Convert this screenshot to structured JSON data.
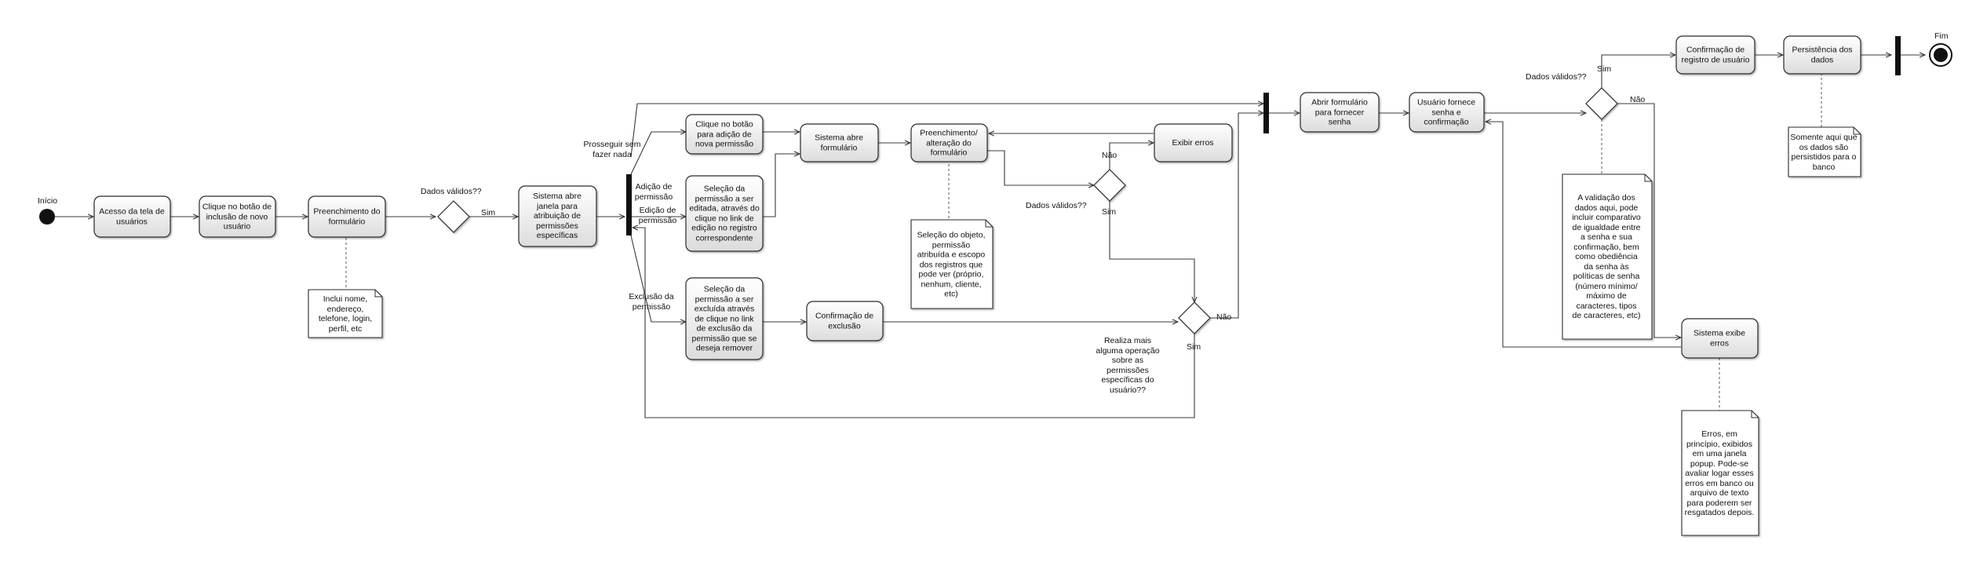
{
  "start_label": "Início",
  "end_label": "Fim",
  "activities": {
    "acesso": "Acesso da tela de\nusuários",
    "clique_inclusao": "Clique no botão de\ninclusão de novo\nusuário",
    "preenchimento": "Preenchimento do\nformulário",
    "sistema_abre_janela": "Sistema abre\njanela para\natribuição de\npermissões\nespecíficas",
    "clique_adicao": "Clique no botão\npara adição de\nnova permissão",
    "selecao_editada": "Seleção da\npermissão a ser\neditada, através do\nclique no link de\nedição no registro\ncorrespondente",
    "selecao_excluida": "Seleção da\npermissão a ser\nexcluída através\nde clique no link\nde exclusão da\npermissão que se\ndeseja remover",
    "sistema_abre_formulario": "Sistema abre\nformulário",
    "preenchimento_alteracao": "Preenchimento/\nalteração do\nformulário",
    "exibir_erros": "Exibir erros",
    "confirmacao_exclusao": "Confirmação de\nexclusão",
    "abrir_formulario_senha": "Abrir formulário\npara fornecer\nsenha",
    "usuario_fornece_senha": "Usuário fornece\nsenha e\nconfirmação",
    "confirmacao_registro": "Confirmação de\nregistro de usuário",
    "persistencia": "Persistência dos\ndados",
    "sistema_exibe_erros": "Sistema exibe\nerros"
  },
  "notes": {
    "inclui_nome": "Inclui nome,\nendereço,\ntelefone, login,\nperfil, etc",
    "selecao_objeto": "Seleção do objeto,\npermissão\natribuída e escopo\ndos registros que\npode ver (próprio,\nnenhum, cliente,\netc)",
    "validacao": "A validação dos\ndados aqui, pode\nincluir comparativo\nde igualdade entre\na senha e sua\nconfirmação, bem\ncomo obediência\nda senha às\npolíticas de senha\n(número mínimo/\nmáximo de\ncaracteres, tipos\nde caracteres, etc)",
    "somente_aqui": "Somente aqui que\nos dados são\npersistidos para o\nbanco",
    "erros_popup": "Erros, em\nprincípio, exibidos\nem uma janela\npopup. Pode-se\navaliar logar esses\nerros em banco ou\narquivo de texto\npara poderem ser\nresgatados depois."
  },
  "labels": {
    "dados_validos_1": "Dados válidos??",
    "sim_1": "Sim",
    "prosseguir": "Prosseguir sem\nfazer nada",
    "adicao_permissao": "Adição de\npermissão",
    "edicao_permissao": "Edição de\npermissão",
    "exclusao_permissao": "Exclusão da\npermissão",
    "nao_2": "Não",
    "sim_2": "Sim",
    "dados_validos_2": "Dados válidos??",
    "nao_3": "Não",
    "sim_3": "Sim",
    "realiza_mais": "Realiza mais\nalguma operação\nsobre as\npermissões\nespecíficas do\nusuário??",
    "dados_validos_3": "Dados válidos??",
    "sim_4": "Sim",
    "nao_4": "Não"
  }
}
